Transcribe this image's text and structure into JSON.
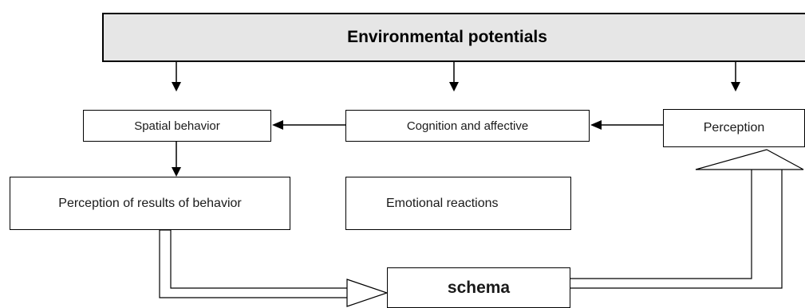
{
  "diagram": {
    "title": "Environmental potentials",
    "nodes": {
      "spatial_behavior": "Spatial behavior",
      "cognition": "Cognition and affective",
      "perception": "Perception",
      "perception_results": "Perception of results of behavior",
      "emotional_reactions": "Emotional reactions",
      "schema": "schema"
    },
    "edges": [
      {
        "from": "Environmental potentials",
        "to": "Spatial behavior"
      },
      {
        "from": "Environmental potentials",
        "to": "Cognition and affective"
      },
      {
        "from": "Environmental potentials",
        "to": "Perception"
      },
      {
        "from": "Perception",
        "to": "Cognition and affective"
      },
      {
        "from": "Cognition and affective",
        "to": "Spatial behavior"
      },
      {
        "from": "Spatial behavior",
        "to": "Perception of results of behavior"
      },
      {
        "from": "Perception of results of behavior",
        "to": "schema"
      },
      {
        "from": "schema",
        "to": "Perception"
      }
    ]
  }
}
